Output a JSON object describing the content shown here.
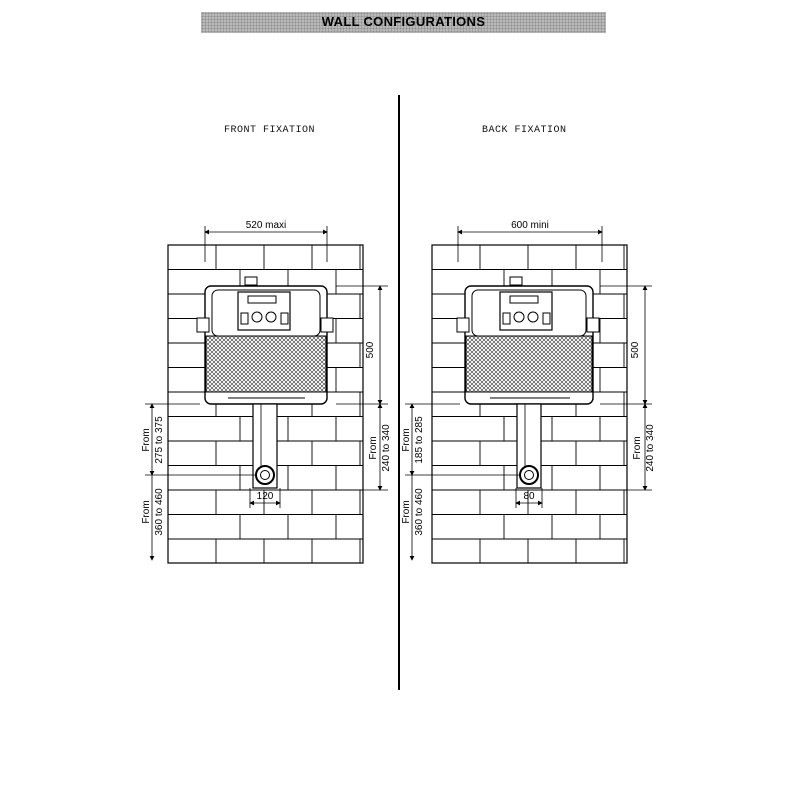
{
  "header": {
    "title": "WALL CONFIGURATIONS"
  },
  "front": {
    "title": "FRONT FIXATION",
    "width_dim": "520 maxi",
    "height_dim": "500",
    "side_right": [
      "From",
      "240 to 340"
    ],
    "side_left_top": [
      "From",
      "275 to 375"
    ],
    "side_left_bottom": [
      "From",
      "360 to 460"
    ],
    "pipe_dim": "120"
  },
  "back": {
    "title": "BACK FIXATION",
    "width_dim": "600 mini",
    "height_dim": "500",
    "side_right": [
      "From",
      "240 to 340"
    ],
    "side_left_top": [
      "From",
      "185 to 285"
    ],
    "side_left_bottom": [
      "From",
      "360 to 460"
    ],
    "pipe_dim": "80"
  }
}
